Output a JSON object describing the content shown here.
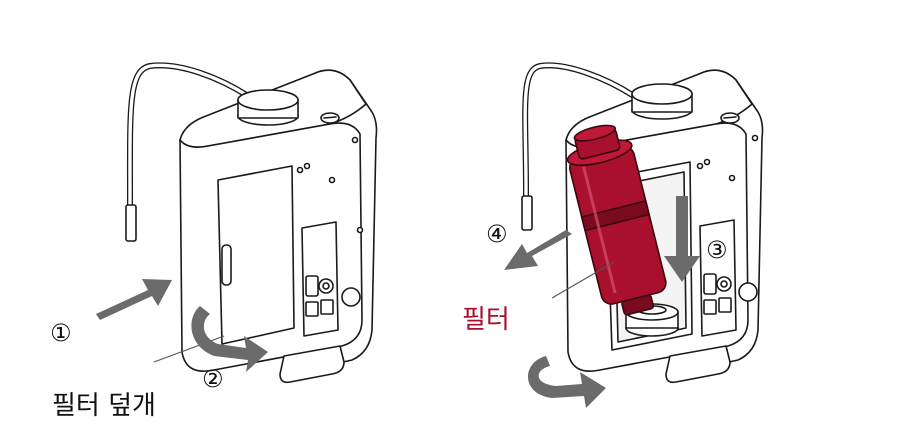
{
  "labels": {
    "cover_label": "필터 덮개",
    "filter_label": "필터"
  },
  "steps": {
    "s1": "①",
    "s2": "②",
    "s3": "③",
    "s4": "④"
  },
  "colors": {
    "line": "#1a1a1a",
    "arrow": "#6b6b6b",
    "filter_fill": "#a8102e",
    "filter_dark": "#7a0a20",
    "filter_label": "#a8102e",
    "body": "#ffffff"
  }
}
